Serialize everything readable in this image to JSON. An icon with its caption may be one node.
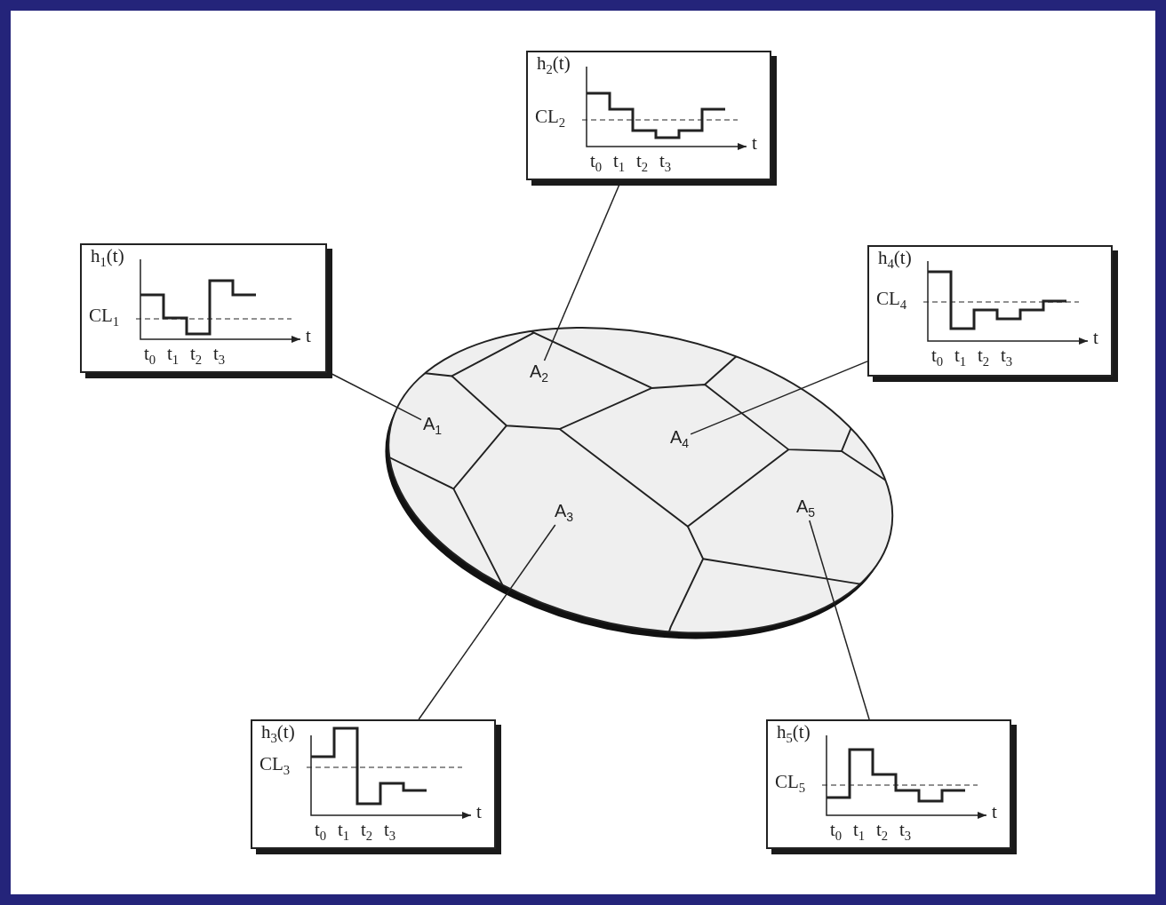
{
  "diagram": {
    "nodes": [
      {
        "text": [
          "h$_{1}$(t)",
          "CL$_{1}$",
          "t$_{0}$",
          "t$_{1}$",
          "t$_{2}$",
          "t$_{3}$",
          "t"
        ]
      },
      {
        "text": [
          "h$_{2}$(t)",
          "CL$_{2}$",
          "t$_{0}$",
          "t$_{1}$",
          "t$_{2}$",
          "t$_{3}$",
          "t"
        ]
      },
      {
        "text": [
          "h$_{3}$(t)",
          "CL$_{3}$",
          "t$_{0}$",
          "t$_{1}$",
          "t$_{2}$",
          "t$_{3}$",
          "t"
        ]
      },
      {
        "text": [
          "h$_{4}$(t)",
          "CL$_{4}$",
          "t$_{0}$",
          "t$_{1}$",
          "t$_{2}$",
          "t$_{3}$",
          "t"
        ]
      },
      {
        "text": [
          "h$_{5}$(t)",
          "CL$_{5}$",
          "t$_{0}$",
          "t$_{1}$",
          "t$_{2}$",
          "t$_{3}$",
          "t"
        ]
      },
      {
        "text": [
          "A$_{1}$"
        ]
      },
      {
        "text": [
          "A$_{2}$"
        ]
      },
      {
        "text": [
          "A$_{3}$"
        ]
      },
      {
        "text": [
          "A$_{4}$"
        ]
      },
      {
        "text": [
          "A$_{5}$"
        ]
      }
    ],
    "edges": [
      {
        "from": 0,
        "to": 5,
        "arrow": "none"
      },
      {
        "from": 1,
        "to": 6,
        "arrow": "none"
      },
      {
        "from": 2,
        "to": 7,
        "arrow": "none"
      },
      {
        "from": 3,
        "to": 8,
        "arrow": "none"
      },
      {
        "from": 4,
        "to": 9,
        "arrow": "none"
      }
    ]
  }
}
